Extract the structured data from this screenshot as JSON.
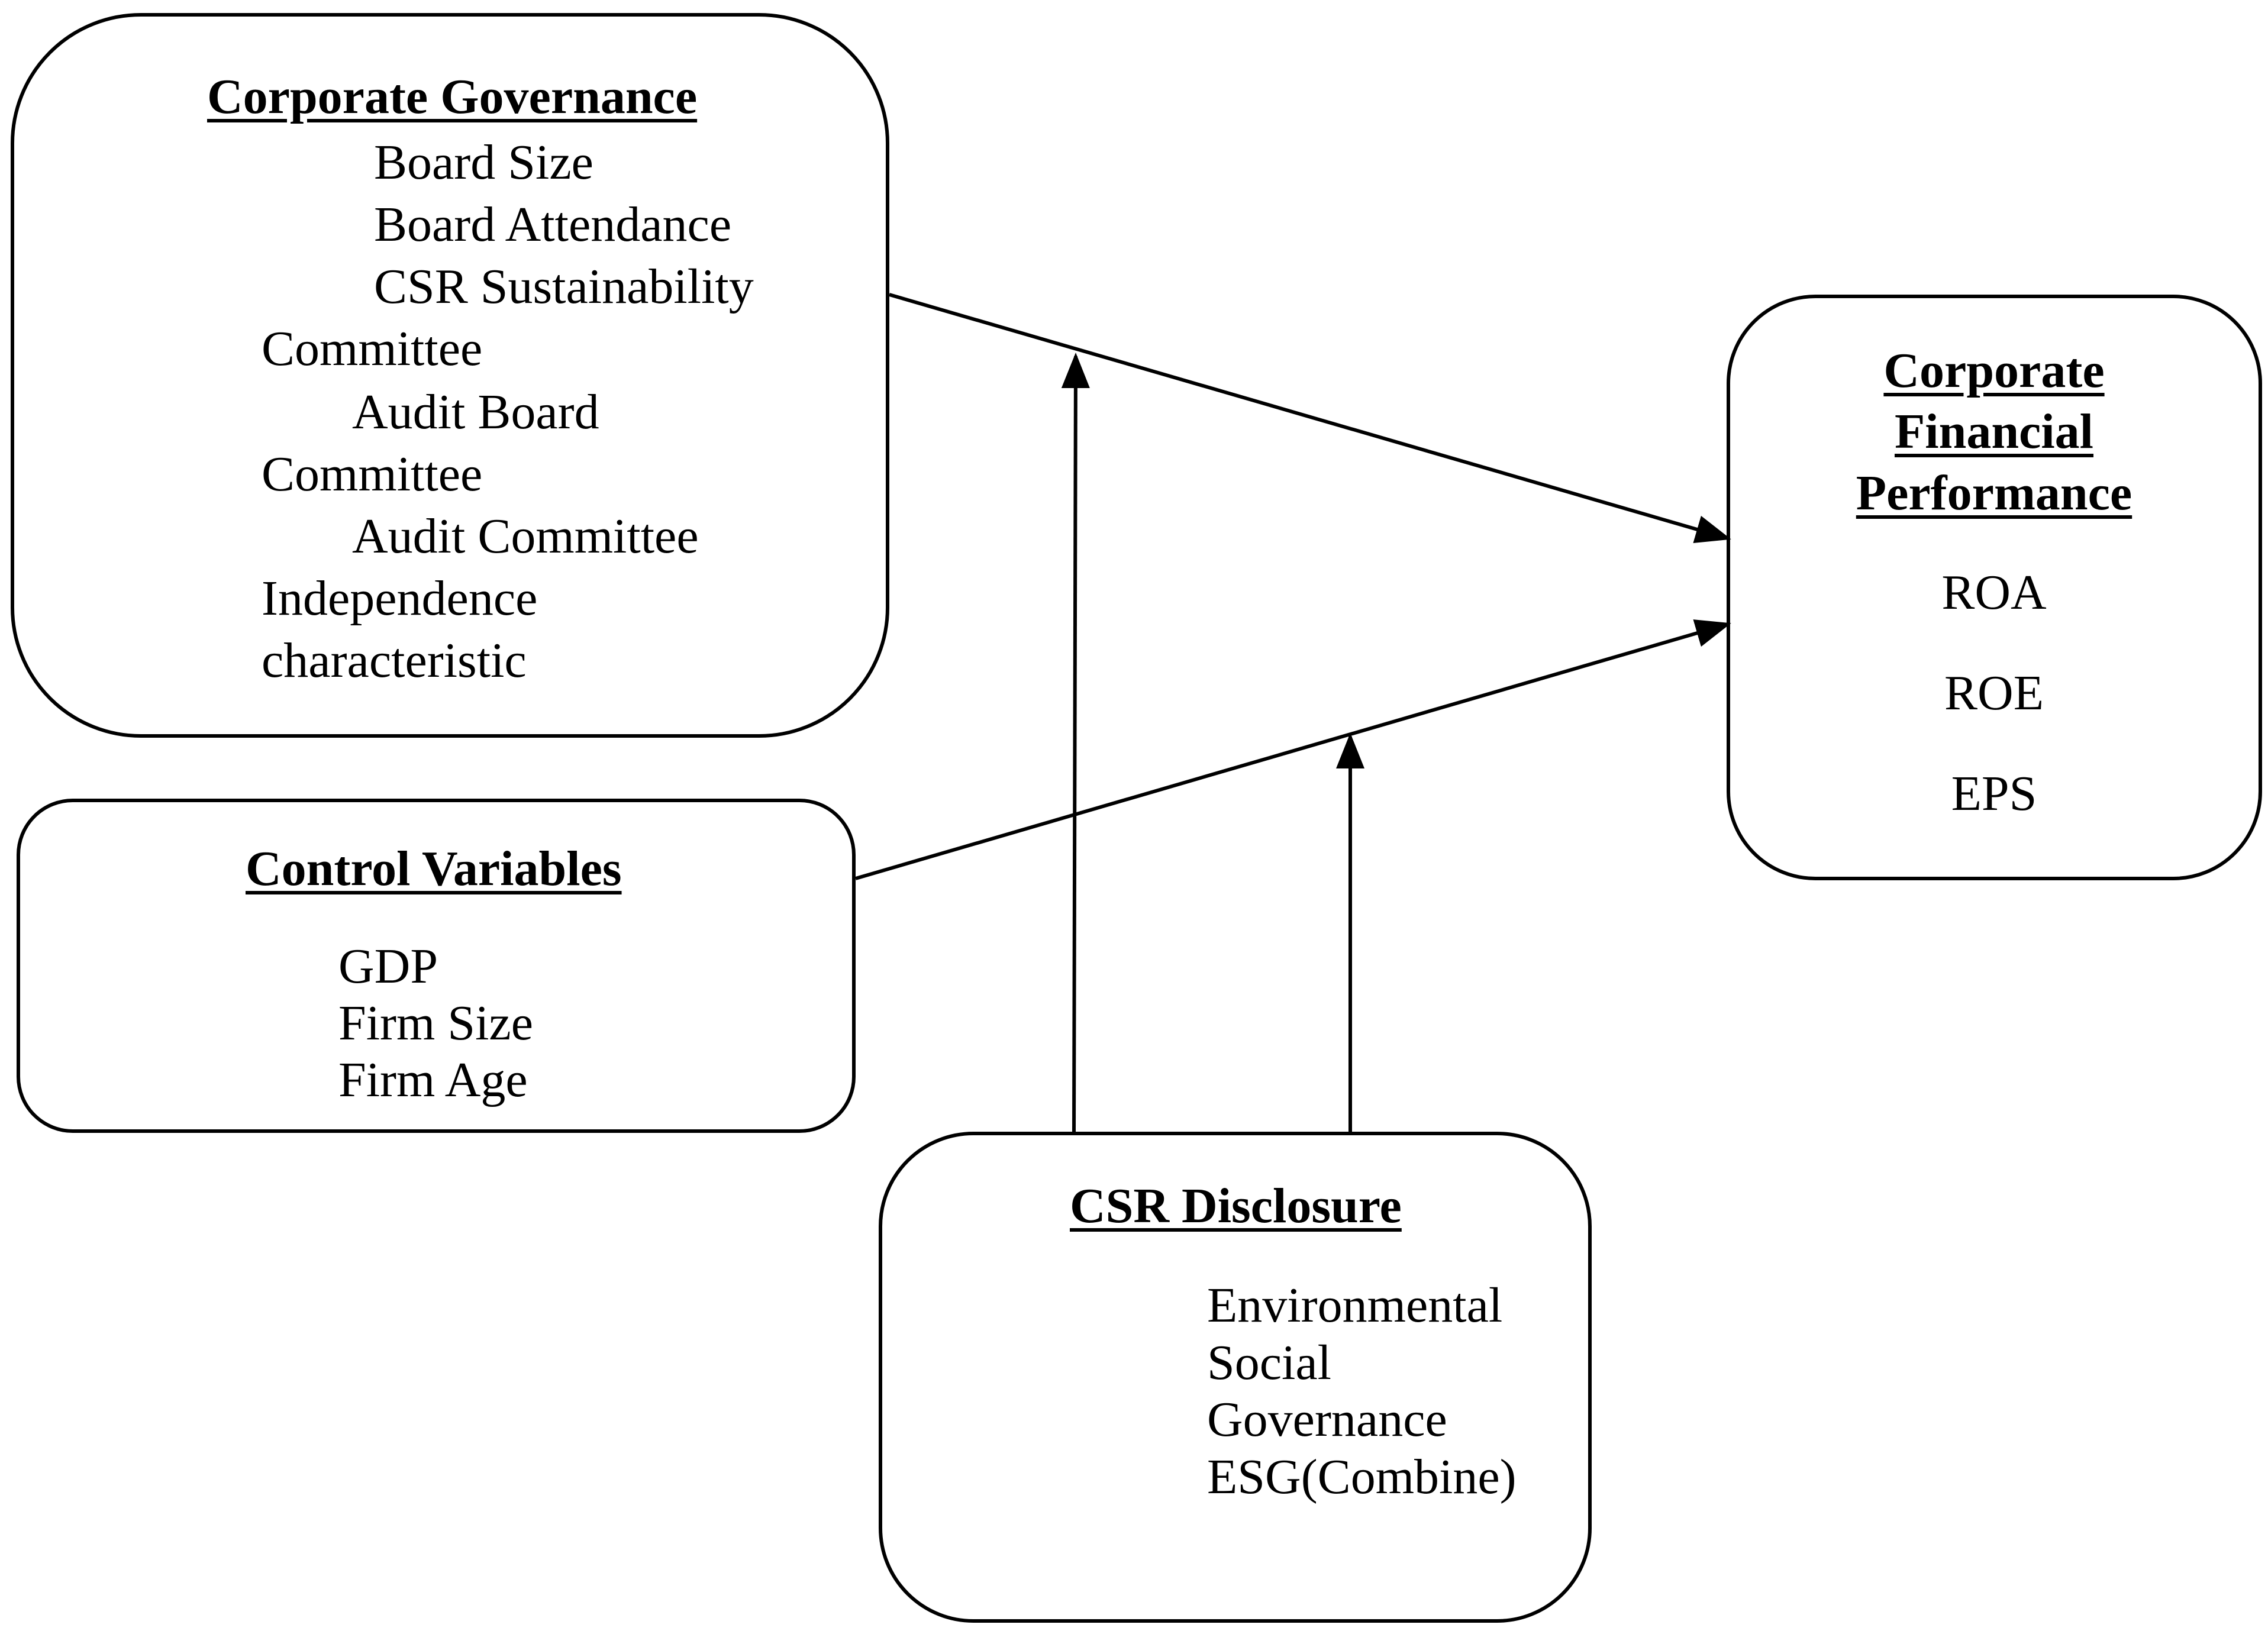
{
  "corporate_governance": {
    "title": "Corporate Governance",
    "lines": [
      "Board Size",
      "Board Attendance",
      "CSR Sustainability",
      "Committee",
      "Audit Board",
      "Committee",
      "Audit Committee",
      "Independence",
      "characteristic"
    ]
  },
  "control_variables": {
    "title": "Control Variables",
    "items": [
      "GDP",
      "Firm Size",
      "Firm Age"
    ]
  },
  "csr_disclosure": {
    "title": "CSR Disclosure",
    "items": [
      "Environmental",
      "Social",
      "Governance",
      "ESG(Combine)"
    ]
  },
  "financial_performance": {
    "title_lines": [
      "Corporate",
      "Financial",
      "Performance"
    ],
    "items": [
      "ROA",
      "ROE",
      "EPS"
    ]
  }
}
